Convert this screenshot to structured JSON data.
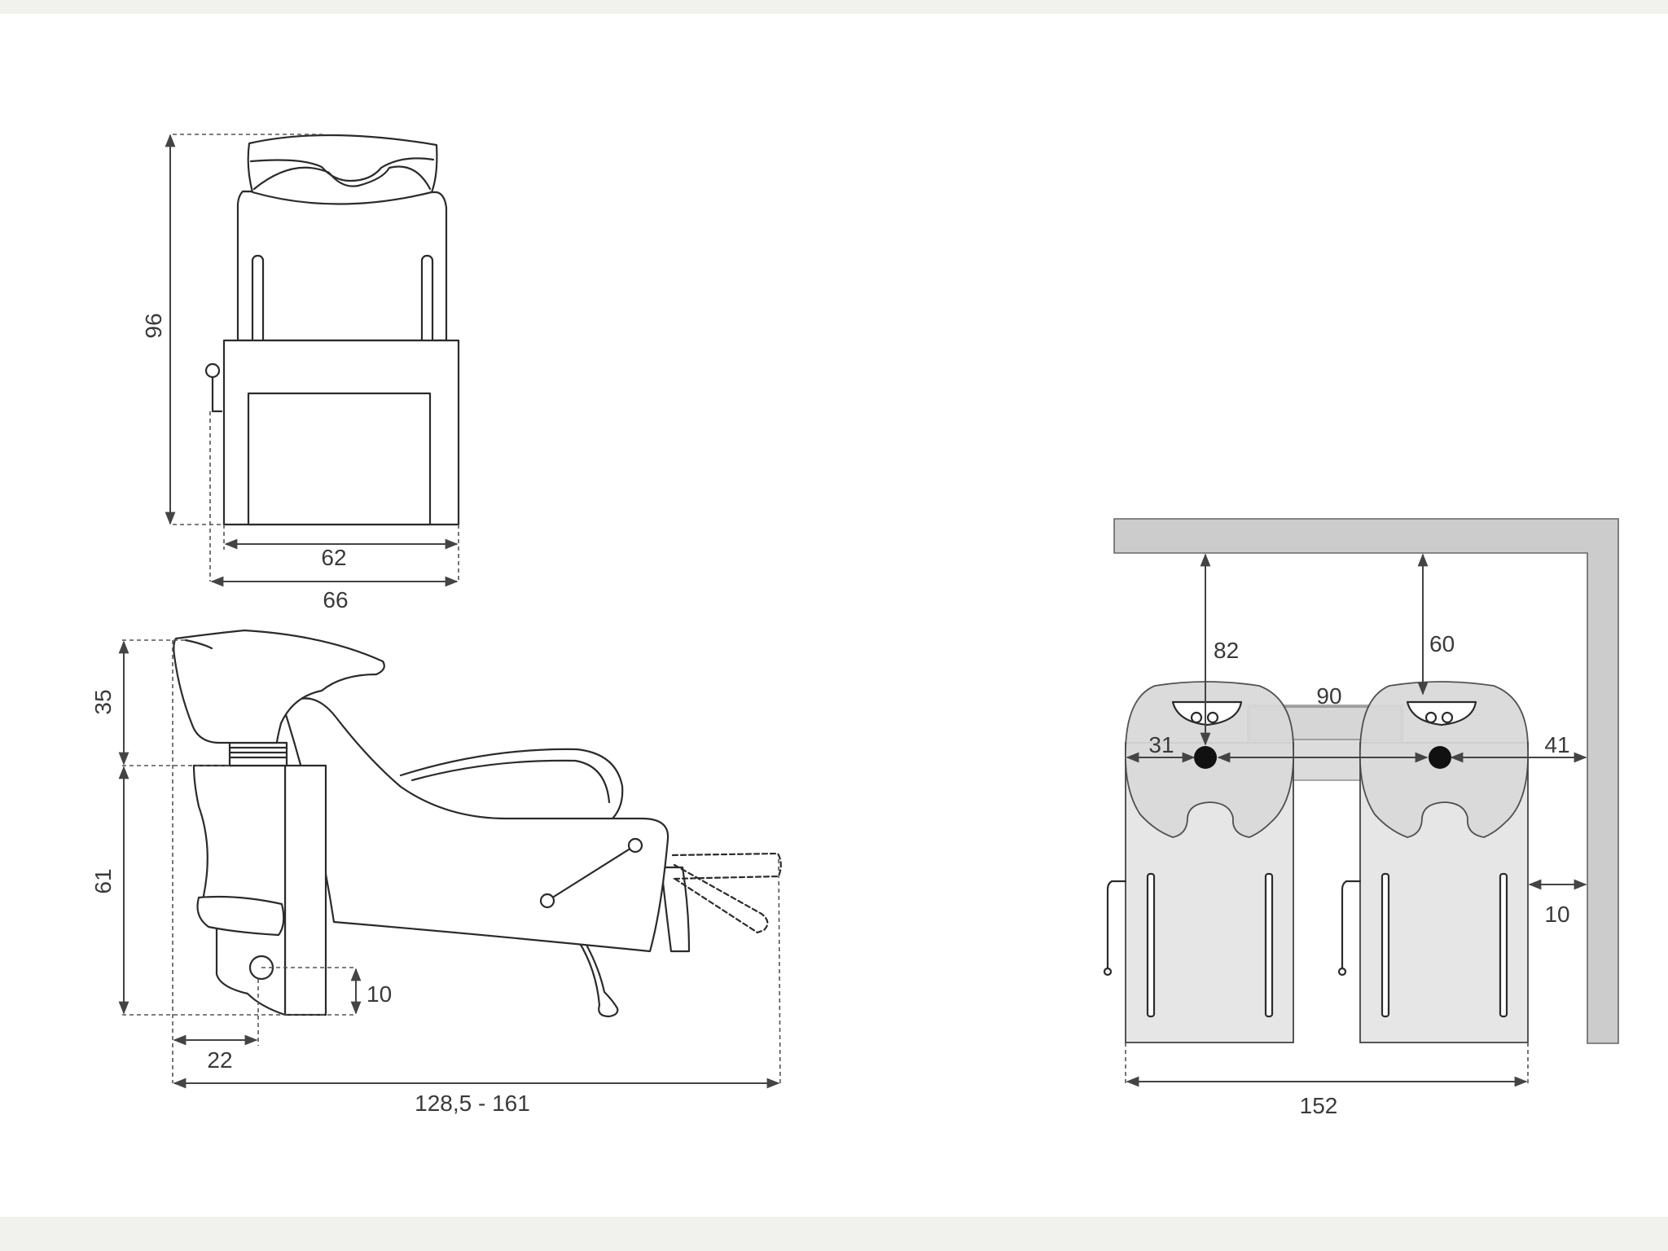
{
  "colors": {
    "background": "#ffffff",
    "band": "#f1f1ee",
    "stroke": "#2b2b2b",
    "wall": "#cccccc",
    "seat": "#e6e6e6"
  },
  "front_view": {
    "height": "96",
    "seat_width": "62",
    "total_width": "66"
  },
  "side_view": {
    "basin_height": "35",
    "seat_height": "61",
    "drain_height": "10",
    "drain_offset": "22",
    "length_range": "128,5 - 161"
  },
  "plan_view": {
    "wall_clearance_left": "82",
    "wall_clearance_right": "60",
    "center_spacing": "90",
    "left_offset": "31",
    "right_offset": "41",
    "side_gap": "10",
    "total_width": "152"
  }
}
